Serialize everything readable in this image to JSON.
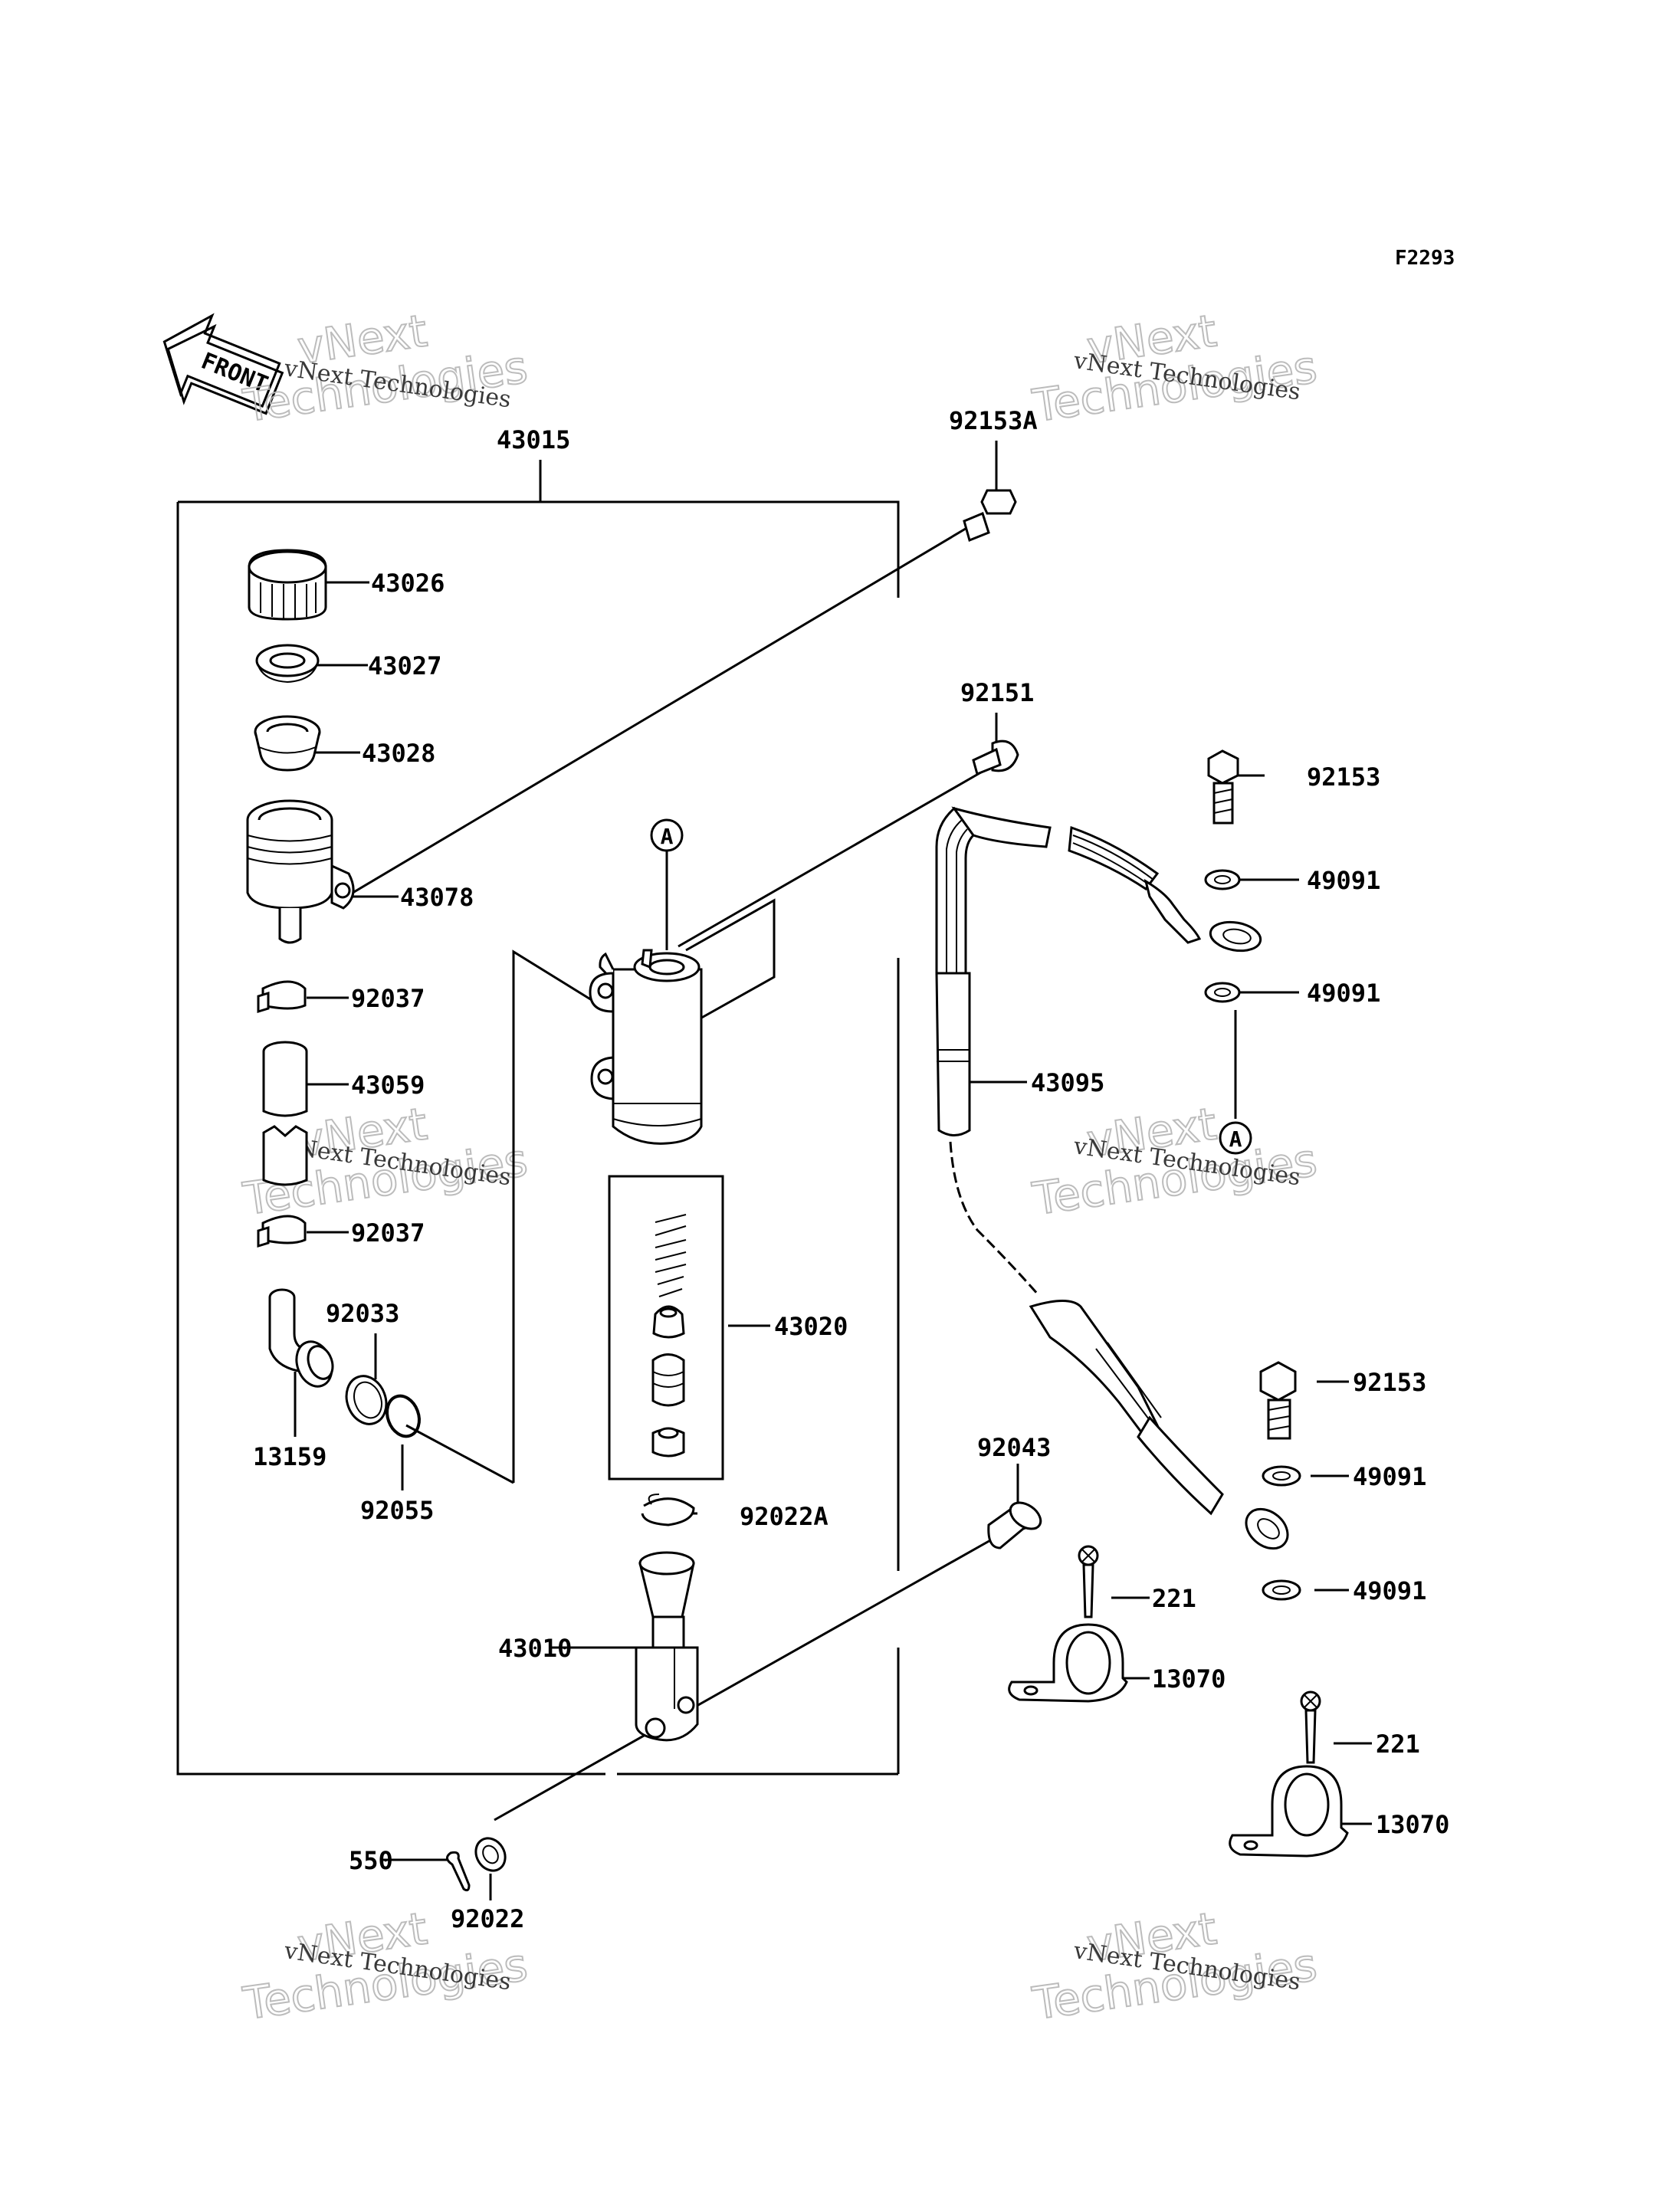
{
  "figure_code": "F2293",
  "front_label": "FRONT",
  "watermark": {
    "line1": "vNext",
    "line2": "vNext Technologies",
    "line3": "Technologies"
  },
  "callouts": [
    "A",
    "A"
  ],
  "part_labels": {
    "p43015": "43015",
    "p92153A": "92153A",
    "p43026": "43026",
    "p43027": "43027",
    "p43028": "43028",
    "p43078": "43078",
    "p92151": "92151",
    "p92153_top": "92153",
    "p49091_a": "49091",
    "p49091_b": "49091",
    "p92037_a": "92037",
    "p43059": "43059",
    "p43095": "43095",
    "p92037_b": "92037",
    "p92033": "92033",
    "p43020": "43020",
    "p13159": "13159",
    "p92055": "92055",
    "p92153_bot": "92153",
    "p49091_c": "49091",
    "p92043": "92043",
    "p92022A": "92022A",
    "p49091_d": "49091",
    "p221_a": "221",
    "p43010": "43010",
    "p13070_a": "13070",
    "p221_b": "221",
    "p13070_b": "13070",
    "p550": "550",
    "p92022": "92022"
  }
}
